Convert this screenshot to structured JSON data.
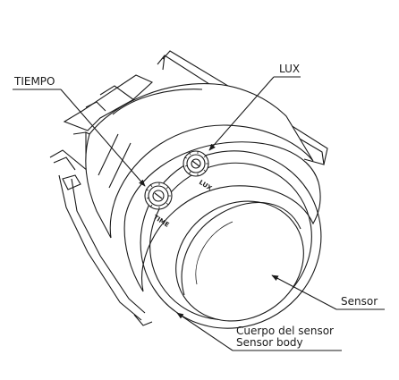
{
  "labels": {
    "tiempo": "TIEMPO",
    "lux": "LUX",
    "sensor": "Sensor",
    "body_es": "Cuerpo del sensor",
    "body_en": "Sensor body"
  },
  "knob_labels": {
    "time": "TIME",
    "lux": "LUX"
  },
  "colors": {
    "line": "#1a1a1a",
    "background": "#ffffff"
  }
}
